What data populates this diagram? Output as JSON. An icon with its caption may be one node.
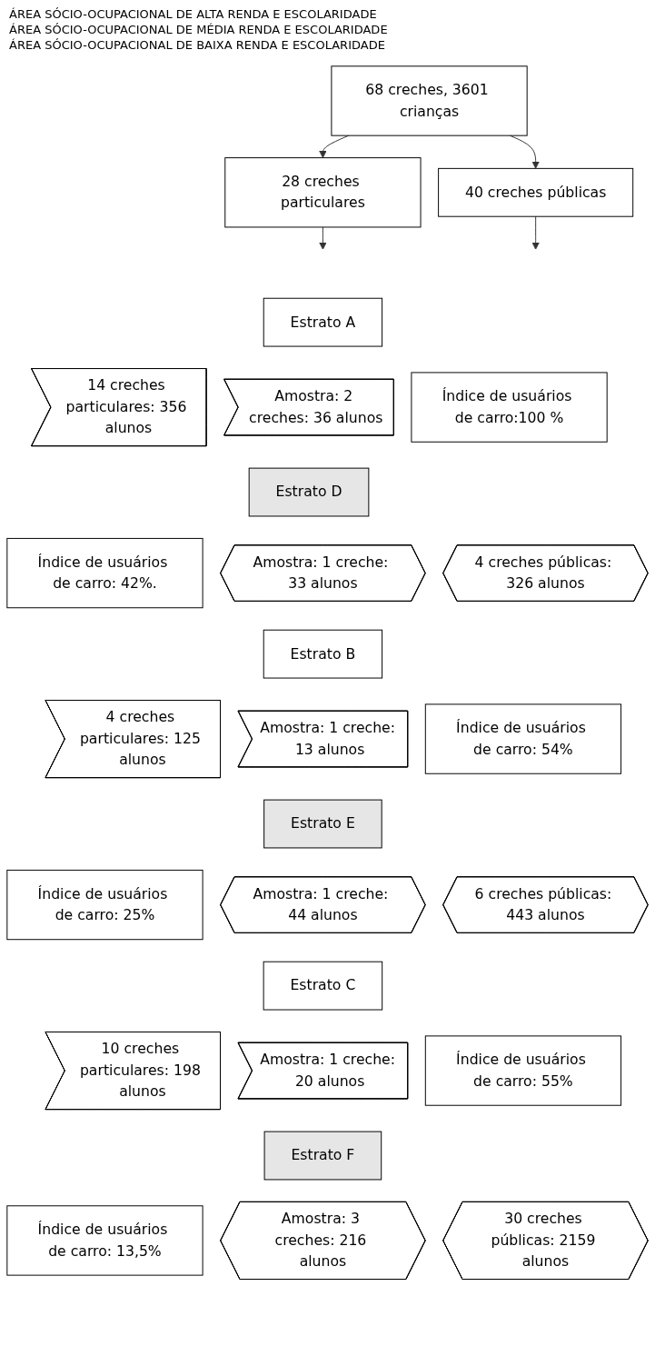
{
  "diagram": {
    "nodes": [
      {
        "text": [
          "28 creches particulares"
        ]
      },
      {
        "text": [
          "68 creches, 3601 crianças"
        ]
      },
      {
        "text": [
          "40 creches públicas"
        ]
      },
      {
        "text": [
          "Estrato A"
        ]
      },
      {
        "text": [
          "14 creches particulares: 356 alunos"
        ]
      },
      {
        "text": [
          "Amostra: 2 creches: 36 alunos"
        ]
      },
      {
        "text": [
          "Índice de usuários de carro:100 %"
        ]
      },
      {
        "text": [
          "Estrato D"
        ]
      },
      {
        "text": [
          "Índice de usuários de carro: 42%."
        ]
      },
      {
        "text": [
          "Amostra: 1 creche: 33 alunos"
        ]
      },
      {
        "text": [
          "4 creches públicas: 326 alunos"
        ]
      },
      {
        "text": [
          "Estrato B"
        ]
      },
      {
        "text": [
          "4 creches particulares: 125 alunos"
        ]
      },
      {
        "text": [
          "Amostra: 1 creche: 13 alunos"
        ]
      },
      {
        "text": [
          "Índice de usuários de carro: 54%"
        ]
      },
      {
        "text": [
          "Estrato E"
        ]
      },
      {
        "text": [
          "Índice de usuários de carro: 25%"
        ]
      },
      {
        "text": [
          "Amostra: 1 creche: 44 alunos"
        ]
      },
      {
        "text": [
          "6 creches públicas: 443 alunos"
        ]
      },
      {
        "text": [
          "Estrato C"
        ]
      },
      {
        "text": [
          "10 creches particulares: 198 alunos"
        ]
      },
      {
        "text": [
          "Amostra: 1 creche: 20 alunos"
        ]
      },
      {
        "text": [
          "Índice de usuários de carro: 55%"
        ]
      },
      {
        "text": [
          "Estrato F"
        ]
      },
      {
        "text": [
          "Índice de usuários de carro: 13,5%"
        ]
      },
      {
        "text": [
          "Amostra: 3 creches: 216 alunos"
        ]
      },
      {
        "text": [
          "30 creches públicas: 2159 alunos"
        ]
      }
    ],
    "edges": [
      {
        "from": 1,
        "to": 0,
        "arrow": "to"
      },
      {
        "from": 1,
        "to": 2,
        "arrow": "to"
      },
      {
        "from": 0,
        "to": null,
        "arrow": "to"
      },
      {
        "from": 2,
        "to": null,
        "arrow": "to"
      }
    ],
    "labels": [
      "ÁREA SÓCIO-OCUPACIONAL DE ALTA RENDA E ESCOLARIDADE",
      "ÁREA SÓCIO-OCUPACIONAL DE MÉDIA RENDA E ESCOLARIDADE",
      "ÁREA SÓCIO-OCUPACIONAL DE BAIXA RENDA E ESCOLARIDADE"
    ]
  }
}
